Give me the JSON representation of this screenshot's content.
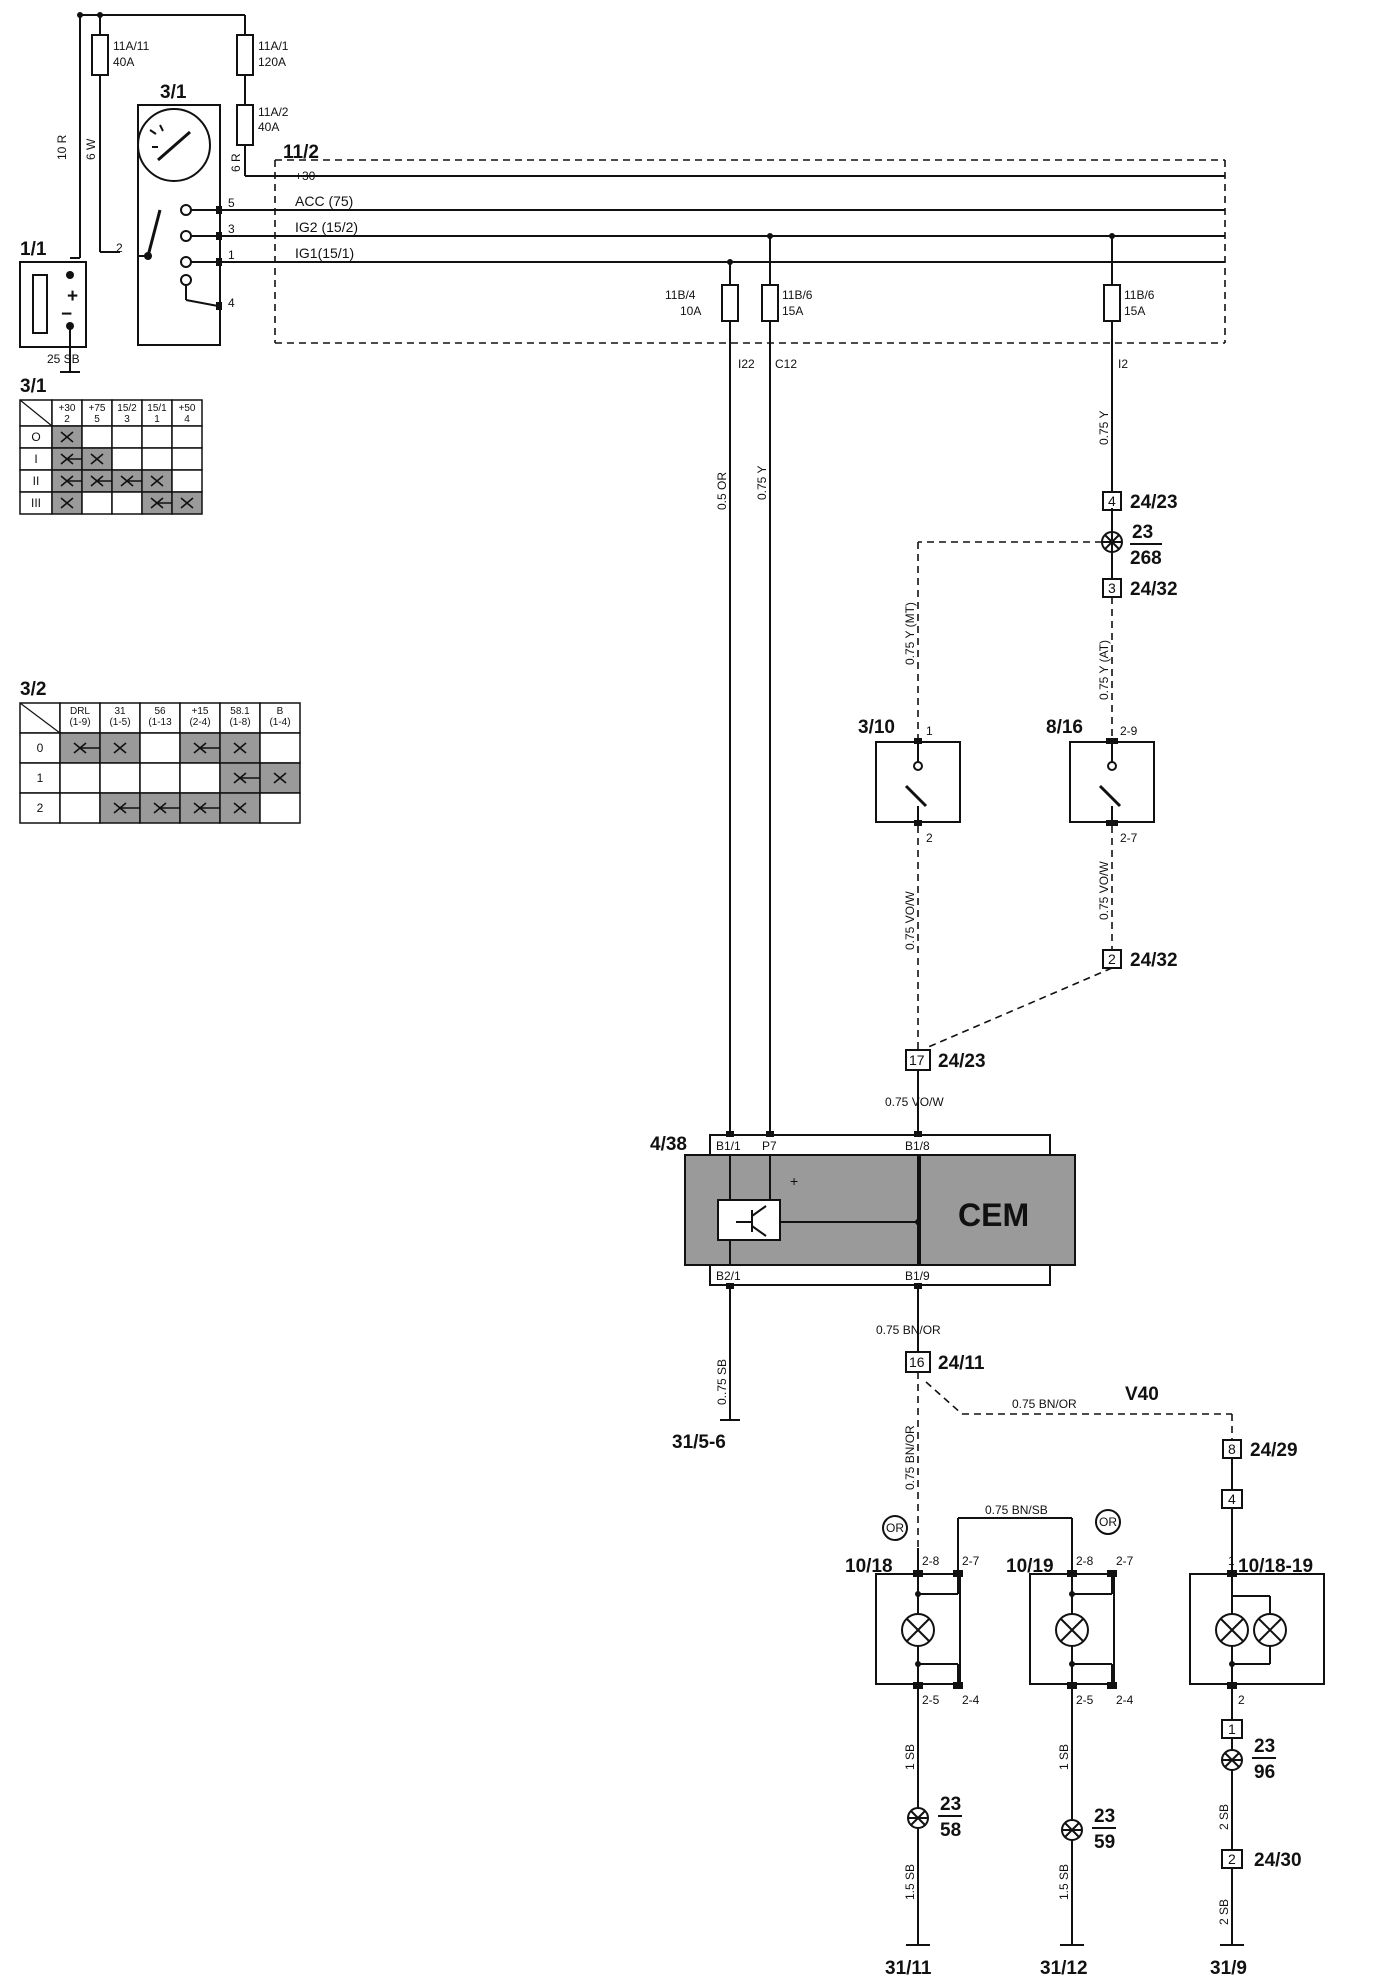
{
  "components": {
    "battery": {
      "id": "1/1",
      "plus": "+",
      "minus": "−"
    },
    "ignition_switch": {
      "id": "3/1"
    },
    "fuse_11a11": {
      "id": "11A/11",
      "rating": "40A"
    },
    "fuse_11a1": {
      "id": "11A/1",
      "rating": "120A"
    },
    "fuse_11a2": {
      "id": "11A/2",
      "rating": "40A"
    },
    "fuse_box": {
      "id": "11/2"
    },
    "fuse_11b4": {
      "id": "11B/4",
      "rating": "10A"
    },
    "fuse_11b6a": {
      "id": "11B/6",
      "rating": "15A"
    },
    "fuse_11b6b": {
      "id": "11B/6",
      "rating": "15A"
    },
    "switch_3_10": {
      "id": "3/10"
    },
    "switch_8_16": {
      "id": "8/16"
    },
    "cem": {
      "id": "4/38",
      "label": "CEM",
      "plus": "+"
    },
    "lamp_10_18": {
      "id": "10/18"
    },
    "lamp_10_19": {
      "id": "10/19"
    },
    "lamp_10_18_19": {
      "id": "10/18-19"
    },
    "or_a": "OR",
    "or_b": "OR",
    "v40": "V40"
  },
  "rails": {
    "r30": "+30",
    "acc": "ACC (75)",
    "ig2": "IG2 (15/2)",
    "ig1": "IG1(15/1)"
  },
  "pins": {
    "sw_5": "5",
    "sw_3": "3",
    "sw_1": "1",
    "sw_4": "4",
    "sw_2": "2",
    "i22": "I22",
    "c12": "C12",
    "i2": "I2",
    "p3_10_top": "1",
    "p3_10_bot": "2",
    "p8_16_top": "2-9",
    "p8_16_bot": "2-7",
    "cem_b11": "B1/1",
    "cem_p7": "P7",
    "cem_b18": "B1/8",
    "cem_b21": "B2/1",
    "cem_b19": "B1/9",
    "l1_28": "2-8",
    "l1_27": "2-7",
    "l1_25": "2-5",
    "l1_24": "2-4",
    "l2_28": "2-8",
    "l2_27": "2-7",
    "l2_25": "2-5",
    "l2_24": "2-4",
    "l3_1": "1",
    "l3_2": "2"
  },
  "wires": {
    "w10r": "10 R",
    "w6w": "6 W",
    "w6r": "6 R",
    "w25sb": "25 SB",
    "w05or": "0.5 OR",
    "w075y_a": "0.75 Y",
    "w075y_b": "0.75 Y",
    "w075ymt": "0.75 Y (MT)",
    "w075yat": "0.75 Y (AT)",
    "w075vow_a": "0.75 VO/W",
    "w075vow_b": "0.75 VO/W",
    "w075vow_c": "0.75 VO/W",
    "w075bnor_a": "0.75 BN/OR",
    "w075bnor_b": "0.75 BN/OR",
    "w075bnor_c": "0.75 BN/OR",
    "w075sb": "0..75 SB",
    "w075bnsb": "0.75 BN/SB",
    "w1sb_a": "1 SB",
    "w1sb_b": "1 SB",
    "w15sb_a": "1.5 SB",
    "w15sb_b": "1.5 SB",
    "w2sb_a": "2 SB",
    "w2sb_b": "2 SB"
  },
  "connectors": {
    "c1_num": "4",
    "c1_id": "24/23",
    "c2_num": "3",
    "c2_id": "24/32",
    "c3_num": "2",
    "c3_id": "24/32",
    "c4_num": "17",
    "c4_id": "24/23",
    "c5_num": "16",
    "c5_id": "24/11",
    "c6_num": "8",
    "c6_id": "24/29",
    "c7_num": "4",
    "c8_num": "1",
    "c9_num": "2",
    "c9_id": "24/30"
  },
  "splices": {
    "s1_top": "23",
    "s1_bot": "268",
    "s2_top": "23",
    "s2_bot": "58",
    "s3_top": "23",
    "s3_bot": "59",
    "s4_top": "23",
    "s4_bot": "96"
  },
  "grounds": {
    "g1": "31/5-6",
    "g2": "31/11",
    "g3": "31/12",
    "g4": "31/9"
  },
  "table_3_1": {
    "title": "3/1",
    "headers": [
      [
        "+30",
        "2"
      ],
      [
        "+75",
        "5"
      ],
      [
        "15/2",
        "3"
      ],
      [
        "15/1",
        "1"
      ],
      [
        "+50",
        "4"
      ]
    ],
    "rows": [
      "O",
      "I",
      "II",
      "III"
    ],
    "marks": [
      [
        1,
        0,
        0,
        0,
        0
      ],
      [
        1,
        1,
        0,
        0,
        0
      ],
      [
        1,
        1,
        1,
        1,
        0
      ],
      [
        1,
        0,
        0,
        1,
        1
      ]
    ]
  },
  "table_3_2": {
    "title": "3/2",
    "headers": [
      [
        "DRL",
        "(1-9)"
      ],
      [
        "31",
        "(1-5)"
      ],
      [
        "56",
        "(1-13"
      ],
      [
        "+15",
        "(2-4)"
      ],
      [
        "58.1",
        "(1-8)"
      ],
      [
        "B",
        "(1-4)"
      ]
    ],
    "rows": [
      "0",
      "1",
      "2"
    ],
    "marks": [
      [
        1,
        1,
        0,
        1,
        1,
        0
      ],
      [
        0,
        0,
        0,
        0,
        1,
        1
      ],
      [
        0,
        1,
        1,
        1,
        1,
        0
      ]
    ]
  }
}
